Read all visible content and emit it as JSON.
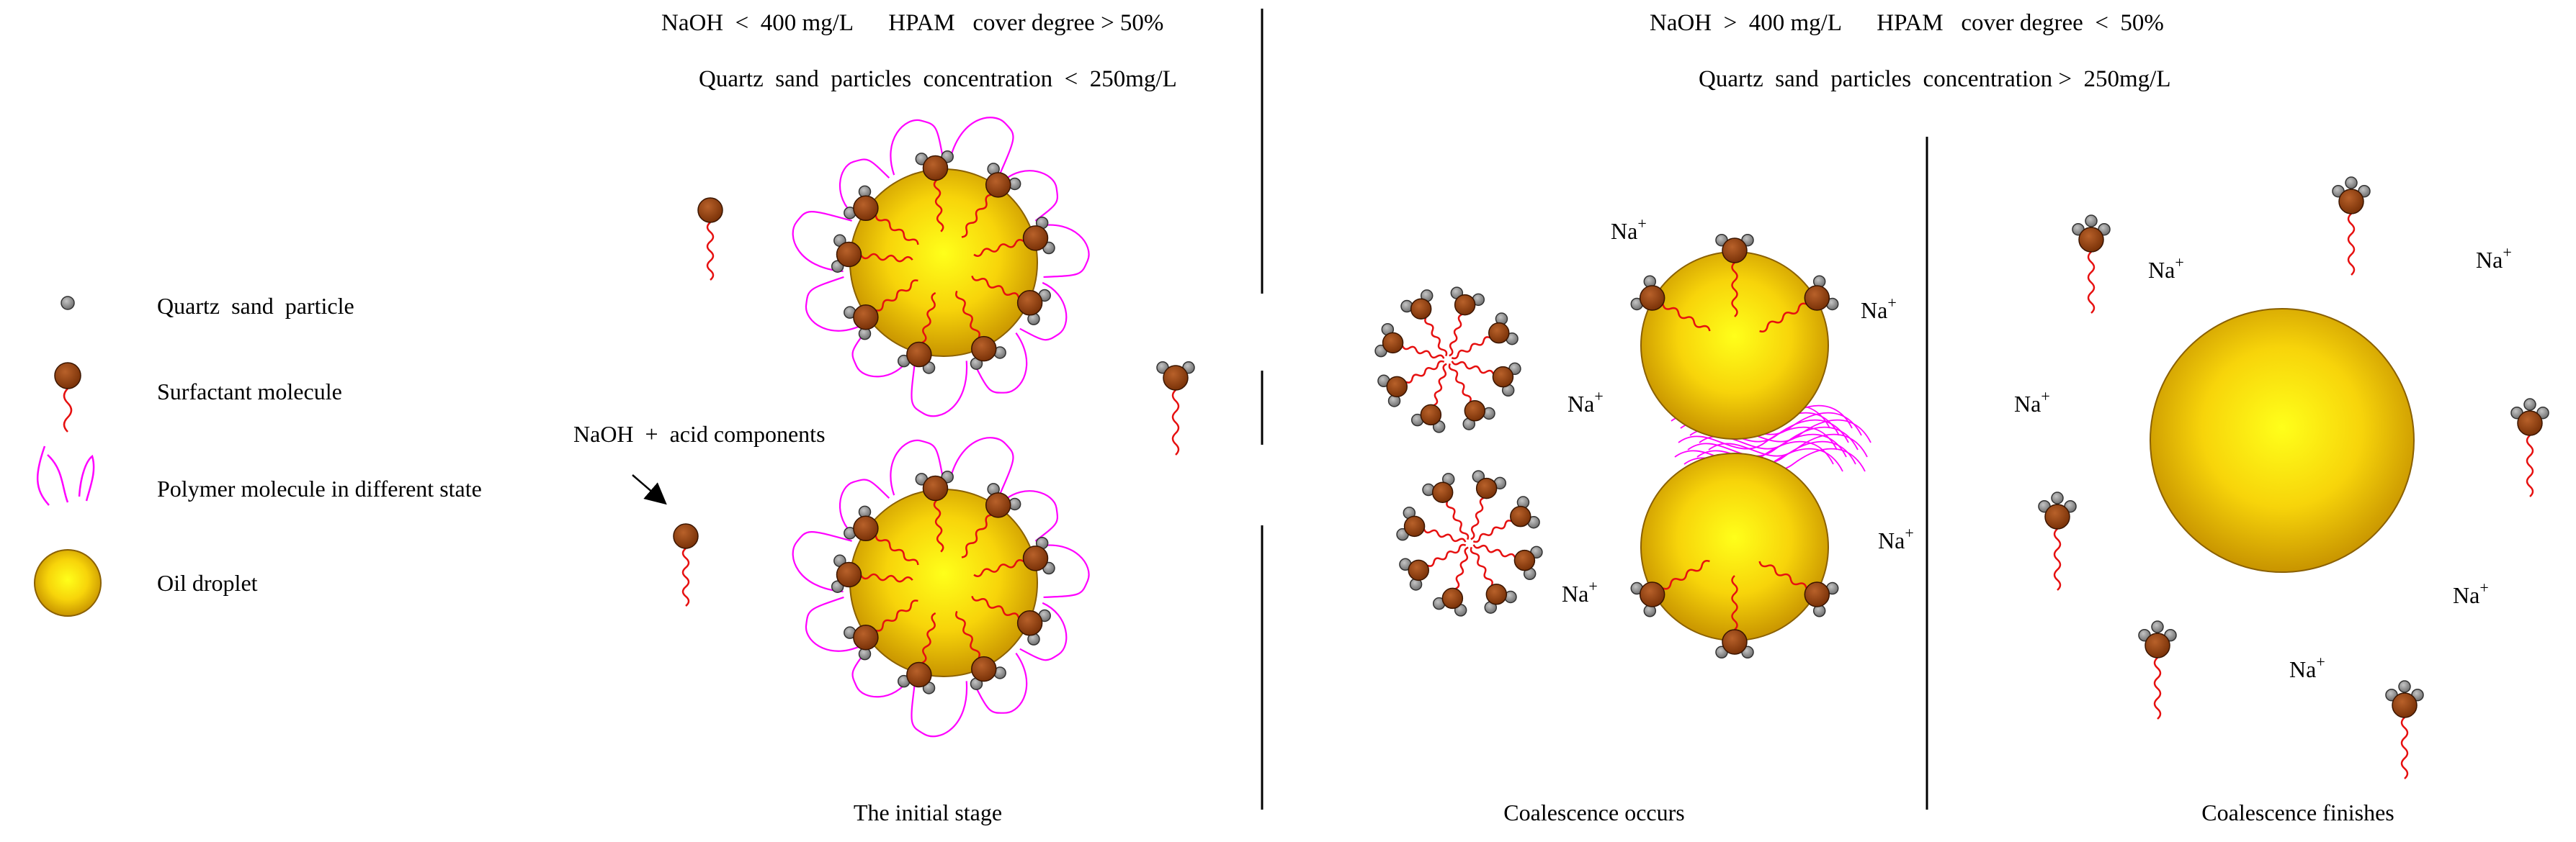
{
  "conditions": {
    "left": {
      "line1": "NaOH  <  400 mg/L      HPAM   cover degree > 50%",
      "line2": "Quartz  sand  particles  concentration  <  250mg/L"
    },
    "right": {
      "line1": "NaOH  >  400 mg/L      HPAM   cover degree  <  50%",
      "line2": "Quartz  sand  particles  concentration >  250mg/L"
    }
  },
  "legend": {
    "items": [
      {
        "icon": "quartz-sand-particle-icon",
        "label": "Quartz  sand  particle"
      },
      {
        "icon": "surfactant-molecule-icon",
        "label": "Surfactant molecule"
      },
      {
        "icon": "polymer-molecule-icon",
        "label": "Polymer molecule in different state"
      },
      {
        "icon": "oil-droplet-icon",
        "label": "Oil droplet"
      }
    ]
  },
  "annotation": {
    "reagent_label": "NaOH  +  acid components"
  },
  "ion": {
    "symbol": "Na",
    "charge": "+"
  },
  "stages": {
    "initial": "The initial stage",
    "coalescence": "Coalescence occurs",
    "finished": "Coalescence finishes"
  },
  "colors": {
    "oil_core": "#ffff1a",
    "oil_edge": "#c89400",
    "surfactant_head": "#8b3c0c",
    "surfactant_tail": "#e61010",
    "quartz": "#8a8a8a",
    "polymer": "#ff00ff",
    "divider": "#000000"
  }
}
